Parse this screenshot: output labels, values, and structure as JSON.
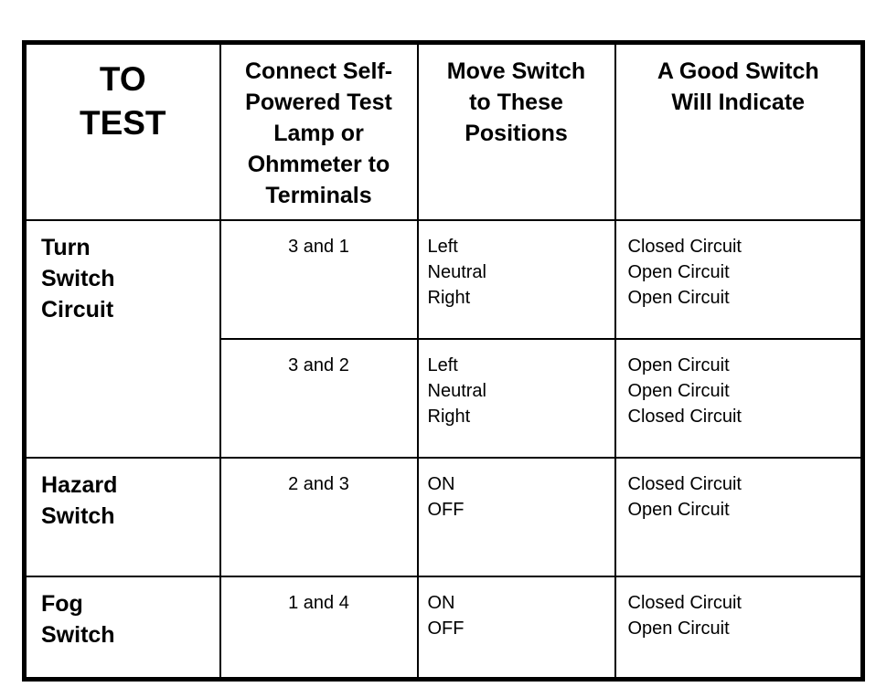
{
  "headers": {
    "col1": [
      "TO",
      "TEST"
    ],
    "col2": [
      "Connect Self-",
      "Powered Test",
      "Lamp or",
      "Ohmmeter to",
      "Terminals"
    ],
    "col3": [
      "Move Switch",
      "to These",
      "Positions"
    ],
    "col4": [
      "A Good Switch",
      "Will Indicate"
    ]
  },
  "tests": [
    {
      "name": [
        "Turn",
        "Switch",
        "Circuit"
      ],
      "rows": [
        {
          "terminals": "3 and 1",
          "positions": [
            "Left",
            "Neutral",
            "Right"
          ],
          "results": [
            "Closed Circuit",
            "Open Circuit",
            "Open Circuit"
          ]
        },
        {
          "terminals": "3 and 2",
          "positions": [
            "Left",
            "Neutral",
            "Right"
          ],
          "results": [
            "Open Circuit",
            "Open Circuit",
            "Closed Circuit"
          ]
        }
      ]
    },
    {
      "name": [
        "Hazard",
        "Switch"
      ],
      "rows": [
        {
          "terminals": "2 and 3",
          "positions": [
            "ON",
            "OFF"
          ],
          "results": [
            "Closed Circuit",
            "Open Circuit"
          ]
        }
      ]
    },
    {
      "name": [
        "Fog",
        "Switch"
      ],
      "rows": [
        {
          "terminals": "1 and 4",
          "positions": [
            "ON",
            "OFF"
          ],
          "results": [
            "Closed Circuit",
            "Open Circuit"
          ]
        }
      ]
    }
  ]
}
